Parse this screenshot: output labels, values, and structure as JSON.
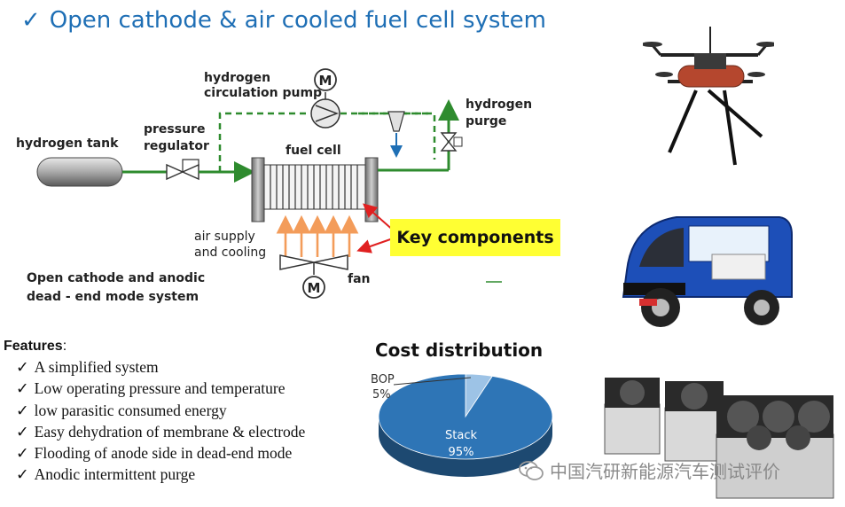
{
  "title": {
    "check": "✓",
    "text": "Open cathode & air cooled fuel cell system"
  },
  "diagram": {
    "hydrogen_tank": "hydrogen tank",
    "pressure_regulator": [
      "pressure",
      "regulator"
    ],
    "circulation_pump": [
      "hydrogen",
      "circulation pump"
    ],
    "fuel_cell": "fuel cell",
    "hydrogen_purge": [
      "hydrogen",
      "purge"
    ],
    "air_supply": [
      "air supply",
      "and cooling"
    ],
    "fan": "fan",
    "motor_symbol": "M",
    "mode_caption": [
      "Open cathode and anodic",
      "dead - end mode system"
    ],
    "key_components": "Key components"
  },
  "features": {
    "heading": "Features",
    "colon": ":",
    "items": [
      "A simplified system",
      "Low operating pressure and temperature",
      "low parasitic consumed energy",
      "Easy dehydration of membrane & electrode",
      "Flooding of anode side in dead-end mode",
      "Anodic intermittent purge"
    ]
  },
  "chart_data": {
    "type": "pie",
    "title": "Cost distribution",
    "slices": [
      {
        "label": "Stack",
        "value": 95,
        "display": "95%"
      },
      {
        "label": "BOP",
        "value": 5,
        "display": "5%"
      }
    ],
    "colors": {
      "Stack": "#2e75b6",
      "BOP": "#9dc3e6"
    }
  },
  "images": {
    "drone": "drone-icon",
    "vehicle": "electric-cart-icon",
    "stacks": "fuel-cell-stack-icon"
  },
  "watermark": "中国汽研新能源汽车测试评价",
  "colors": {
    "title": "#1f6fb5",
    "pipe": "#2e8b2e",
    "highlight": "#ffff33",
    "arrow_red": "#e02020",
    "air_orange": "#f39c5a"
  }
}
